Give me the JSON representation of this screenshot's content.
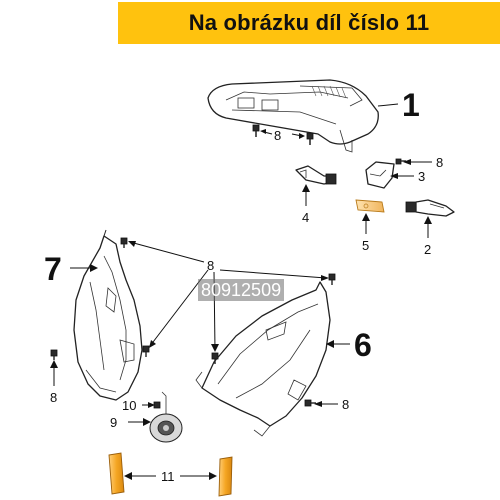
{
  "banner": {
    "text": "Na obrázku díl číslo 11",
    "color": "#ffc20e"
  },
  "watermark": {
    "text": "80912509"
  },
  "callouts": {
    "c1": "1",
    "c2": "2",
    "c3": "3",
    "c4": "4",
    "c5": "5",
    "c6": "6",
    "c7": "7",
    "c8a": "8",
    "c8b": "8",
    "c8c": "8",
    "c8d": "8",
    "c8e": "8",
    "c9": "9",
    "c10": "10",
    "c11": "11"
  },
  "colors": {
    "highlight": "#f5a623",
    "line": "#222222"
  }
}
